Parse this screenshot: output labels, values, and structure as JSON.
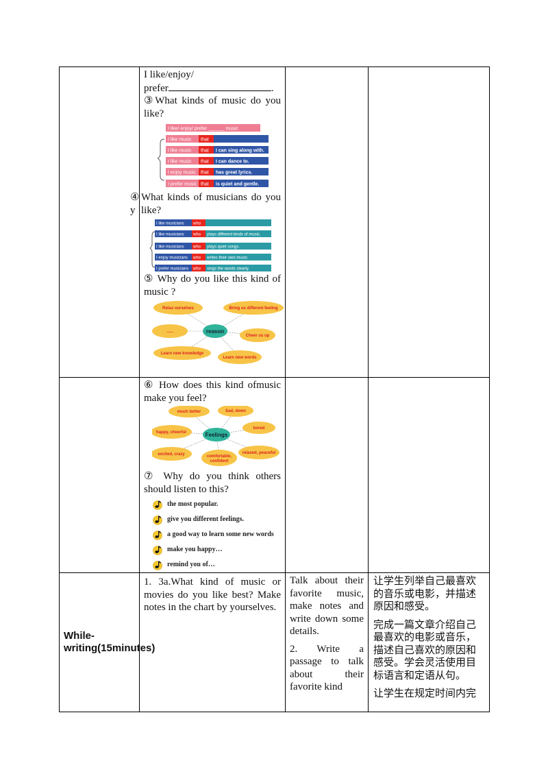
{
  "row1": {
    "line1": "I like/enjoy/",
    "prefer_label": "prefer",
    "q3": "③What kinds of music do you like?",
    "q4_marker_top": "④",
    "q4_marker_bottom": "y",
    "q4": "What kinds of musicians do you like?",
    "q5": "⑤ Why do you like this kind of music ?",
    "music_bars": [
      {
        "a": "I like/ enjoy/ prefer ______ music",
        "b": "",
        "c": ""
      },
      {
        "a": "I like music",
        "b": "that",
        "c": ""
      },
      {
        "a": "I like music",
        "b": "that",
        "c": "I can sing along with."
      },
      {
        "a": "I like music",
        "b": "that",
        "c": "I can dance to."
      },
      {
        "a": "I enjoy music",
        "b": "that",
        "c": "has great lyrics."
      },
      {
        "a": "I prefer music",
        "b": "that",
        "c": "is quiet and gentle."
      }
    ],
    "musician_bars": [
      {
        "a": "I like musicians",
        "b": "who",
        "c": ""
      },
      {
        "a": "I like musicians",
        "b": "who",
        "c": "plays different kinds of music."
      },
      {
        "a": "I like musicians",
        "b": "who",
        "c": "plays quiet songs."
      },
      {
        "a": "I enjoy musicians",
        "b": "who",
        "c": "writes their own music."
      },
      {
        "a": "I prefer musicians",
        "b": "who",
        "c": "sings the words clearly."
      }
    ],
    "reason_map": {
      "center": "reason",
      "nodes": [
        "Relax ourselves",
        "Bring us different feeling",
        "......",
        "Cheer us up",
        "Learn new knowledge",
        "Learn new words"
      ]
    }
  },
  "row2": {
    "q6": "⑥ How does this kind ofmusic make you feel?",
    "feelings_map": {
      "center": "Feelings",
      "nodes": [
        "much better",
        "Sad, down",
        "happy, cheerful",
        "bored",
        "excited, crazy",
        "comfortable, confident",
        "relaxed, peaceful"
      ]
    },
    "q7": "⑦ Why do you think others should listen to this?",
    "bullets": [
      "the most popular.",
      "give you different feelings.",
      "a good way to learn some new words",
      "make you happy…",
      "remind you of…"
    ]
  },
  "row3": {
    "stage": "While-writing(15minutes)",
    "task": "1. 3a.What kind of music or movies do you like best? Make notes in the chart by yourselves.",
    "student_1": "Talk about their favorite music, make notes and write down some details.",
    "student_2": "2. Write a passage to talk about their favorite kind",
    "purpose_1": "让学生列举自己最喜欢的音乐或电影，并描述原因和感受。",
    "purpose_2": "完成一篇文章介绍自己最喜欢的电影或音乐，描述自己喜欢的原因和感受。学会灵活使用目标语言和定语从句。",
    "purpose_3": "让学生在规定时间内完"
  },
  "colors": {
    "pink": "#ef7e93",
    "blue": "#2f55a6",
    "red": "#e8261f",
    "teal": "#2a9ba5",
    "bubble": "#f8c447",
    "center": "#2fb39b"
  }
}
